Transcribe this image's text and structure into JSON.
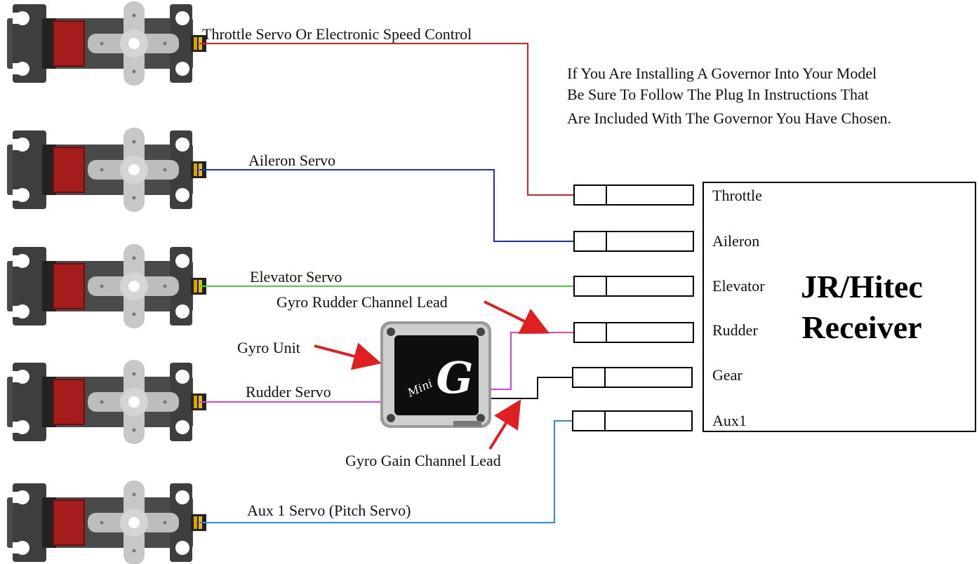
{
  "note": {
    "lines": [
      "If You Are Installing A Governor Into Your Model",
      "Be Sure To Follow The Plug In Instructions That",
      "Are Included With The Governor You Have Chosen."
    ]
  },
  "receiver": {
    "title_line1": "JR/Hitec",
    "title_line2": "Receiver",
    "channels": [
      "Throttle",
      "Aileron",
      "Elevator",
      "Rudder",
      "Gear",
      "Aux1"
    ]
  },
  "servos": {
    "throttle": "Throttle Servo Or Electronic Speed Control",
    "aileron": "Aileron Servo",
    "elevator": "Elevator Servo",
    "rudder": "Rudder Servo",
    "aux1": "Aux 1 Servo (Pitch Servo)"
  },
  "gyro": {
    "unit_label": "Gyro Unit",
    "rudder_lead_label": "Gyro Rudder Channel Lead",
    "gain_lead_label": "Gyro Gain Channel Lead",
    "logo_letter": "G",
    "logo_script": "Mini"
  },
  "colors": {
    "throttle_wire": "#e8201c",
    "aileron_wire": "#1a2ee0",
    "elevator_wire": "#3ddc3d",
    "rudder_wire": "#e040e0",
    "gain_wire": "#111111",
    "aux_wire": "#2d8ae8",
    "arrow": "#e02020"
  }
}
